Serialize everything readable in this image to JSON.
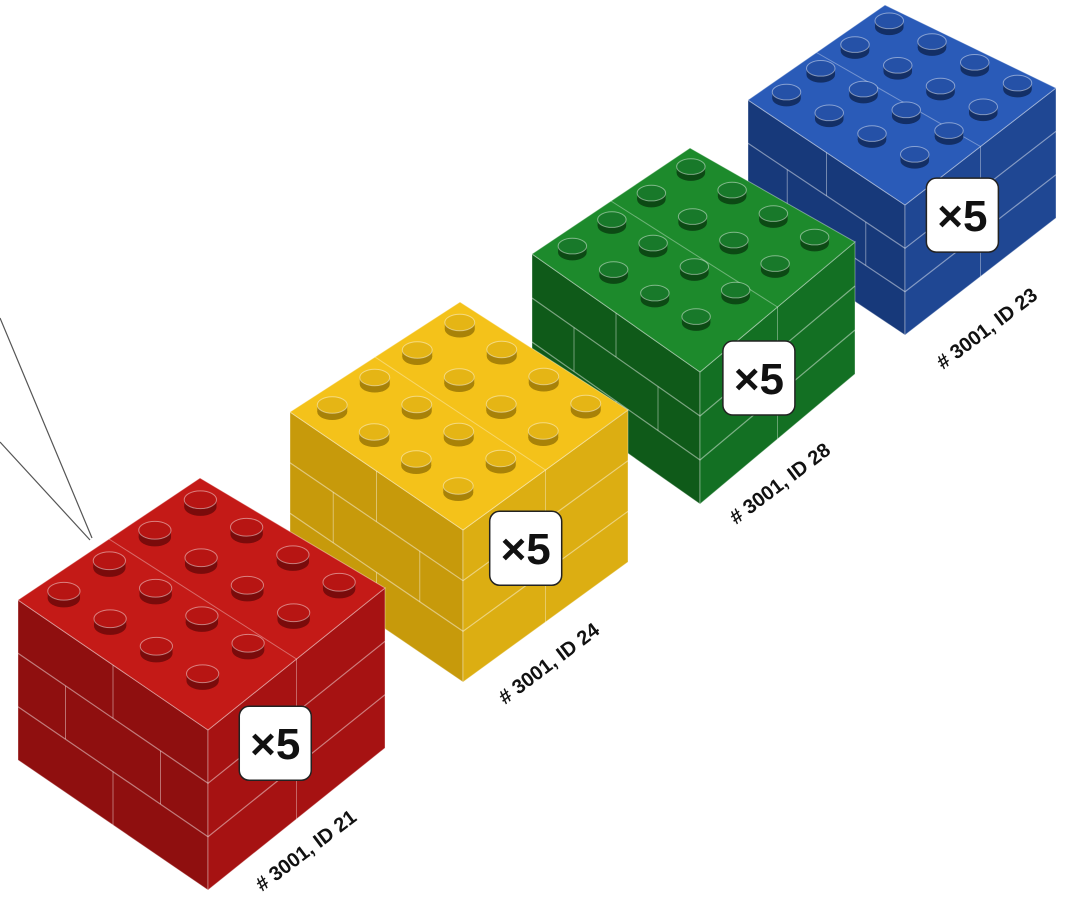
{
  "bricks": [
    {
      "name": "red",
      "count_label": "×5",
      "part_label": "# 3001, ID 21",
      "colors": {
        "top": "#c41a17",
        "left": "#8f0f0f",
        "right": "#a61212",
        "stud": "#b71513",
        "stud_side": "#7a0b0b"
      }
    },
    {
      "name": "yellow",
      "count_label": "×5",
      "part_label": "# 3001, ID 24",
      "colors": {
        "top": "#f4c21a",
        "left": "#c79a0b",
        "right": "#dcae12",
        "stud": "#e5b515",
        "stud_side": "#a88208"
      }
    },
    {
      "name": "green",
      "count_label": "×5",
      "part_label": "# 3001, ID 28",
      "colors": {
        "top": "#1d8a2c",
        "left": "#0f5a19",
        "right": "#137023",
        "stud": "#18792a",
        "stud_side": "#0c4a14"
      }
    },
    {
      "name": "blue",
      "count_label": "×5",
      "part_label": "# 3001, ID 23",
      "colors": {
        "top": "#2a5bb8",
        "left": "#17397a",
        "right": "#1f4793",
        "stud": "#2551a7",
        "stud_side": "#132f66"
      }
    }
  ]
}
